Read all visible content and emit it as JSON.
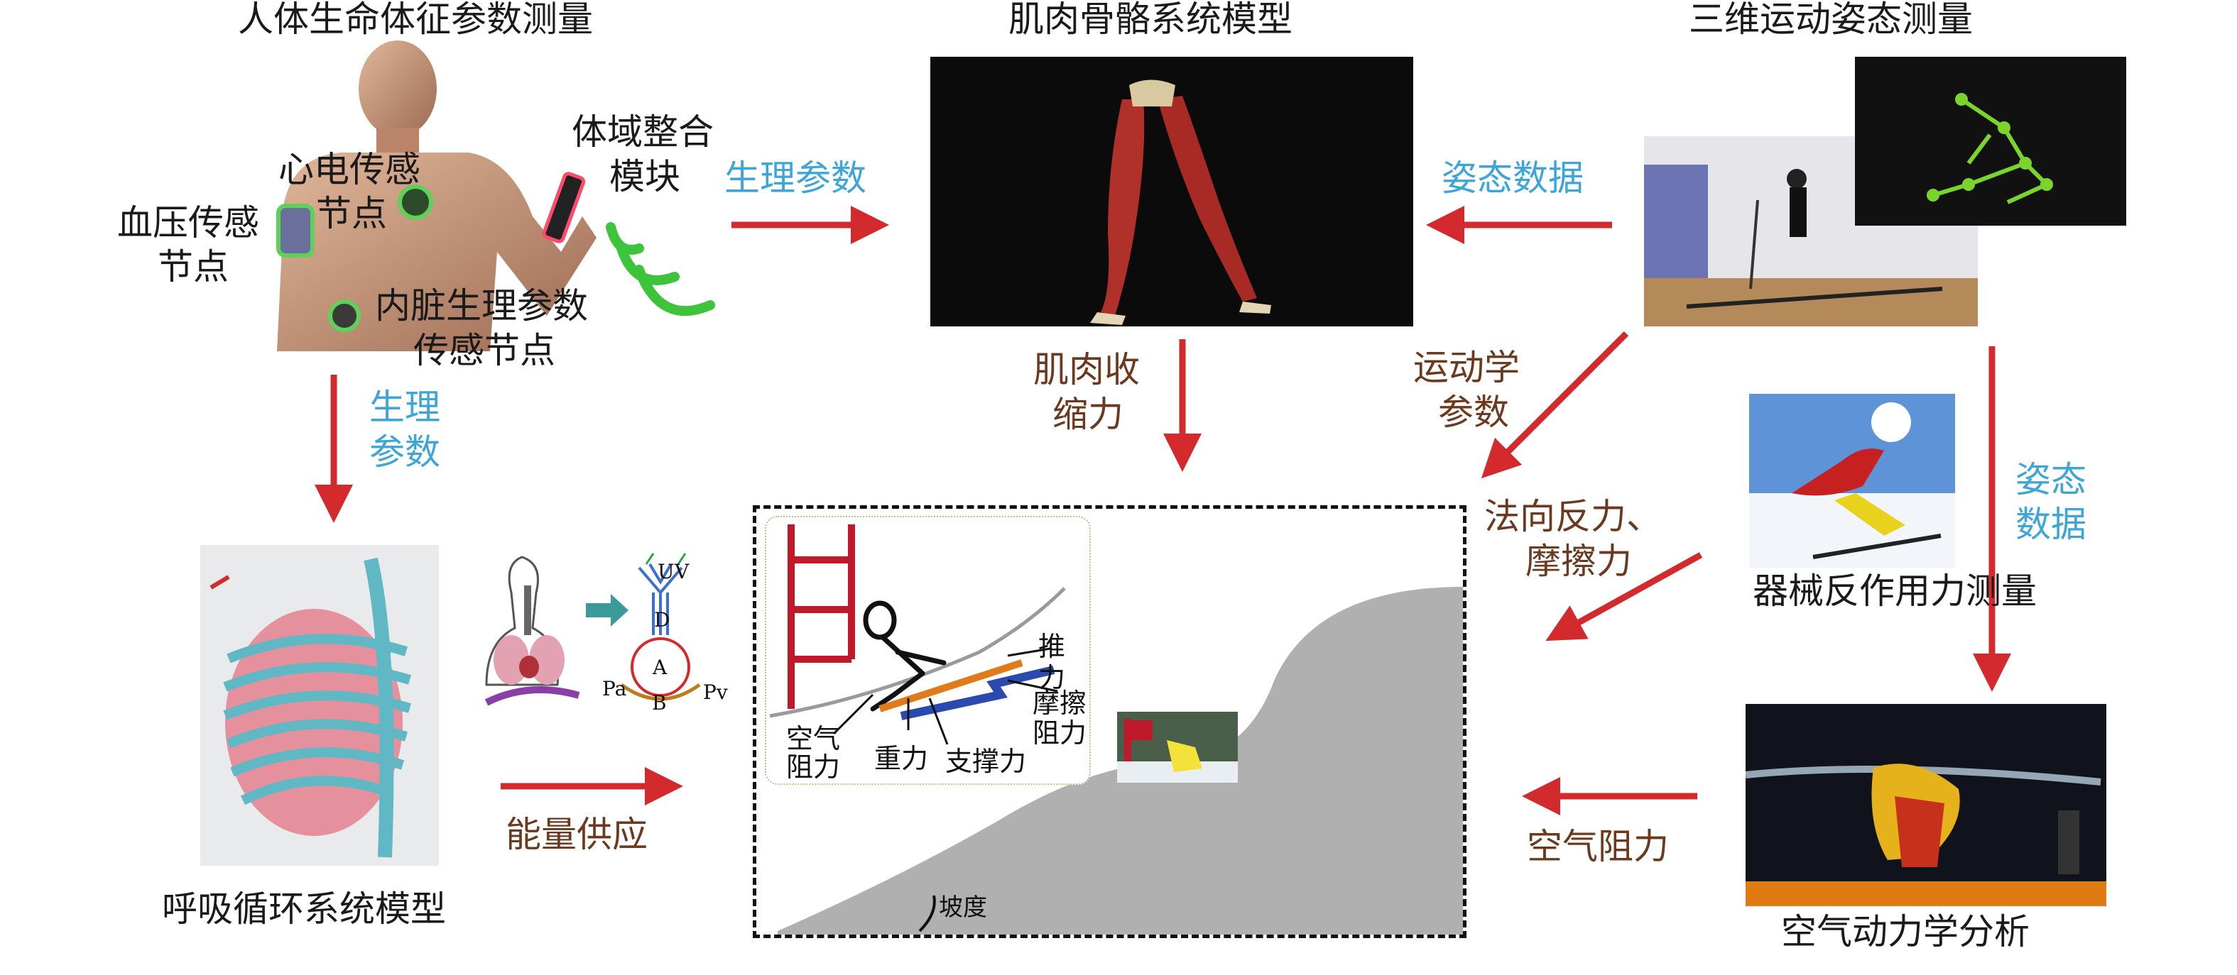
{
  "colors": {
    "arrow": "#d32a2e",
    "blue_text": "#3ea6d6",
    "brown_text": "#6b3a1e",
    "slope": "#b0b0b0"
  },
  "titles": {
    "vital_signs": "人体生命体征参数测量",
    "musculoskeletal": "肌肉骨骼系统模型",
    "motion_capture": "三维运动姿态测量",
    "respiratory": "呼吸循环系统模型",
    "equipment_force": "器械反作用力测量",
    "aerodynamics": "空气动力学分析"
  },
  "body_labels": {
    "ecg_node_line1": "心电传感",
    "ecg_node_line2": "节点",
    "bp_node_line1": "血压传感",
    "bp_node_line2": "节点",
    "body_module_line1": "体域整合",
    "body_module_line2": "模块",
    "visceral_line1": "内脏生理参数",
    "visceral_line2": "传感节点"
  },
  "flows": {
    "physio_params": "生理参数",
    "posture_data": "姿态数据",
    "physio_line1": "生理",
    "physio_line2": "参数",
    "muscle_line1": "肌肉收",
    "muscle_line2": "缩力",
    "kinematics_line1": "运动学",
    "kinematics_line2": "参数",
    "posture_line1": "姿态",
    "posture_line2": "数据",
    "normal_line1": "法向反力、",
    "normal_line2": "摩擦力",
    "energy": "能量供应",
    "air_resistance": "空气阻力"
  },
  "inset": {
    "thrust": "推力",
    "friction_line1": "摩擦",
    "friction_line2": "阻力",
    "air_line1": "空气",
    "air_line2": "阻力",
    "gravity": "重力",
    "support": "支撑力",
    "slope": "坡度"
  },
  "circuit": {
    "a": "A",
    "b": "B",
    "d": "D",
    "pa": "Pa",
    "pv": "Pv",
    "u": "U",
    "v": "V"
  }
}
